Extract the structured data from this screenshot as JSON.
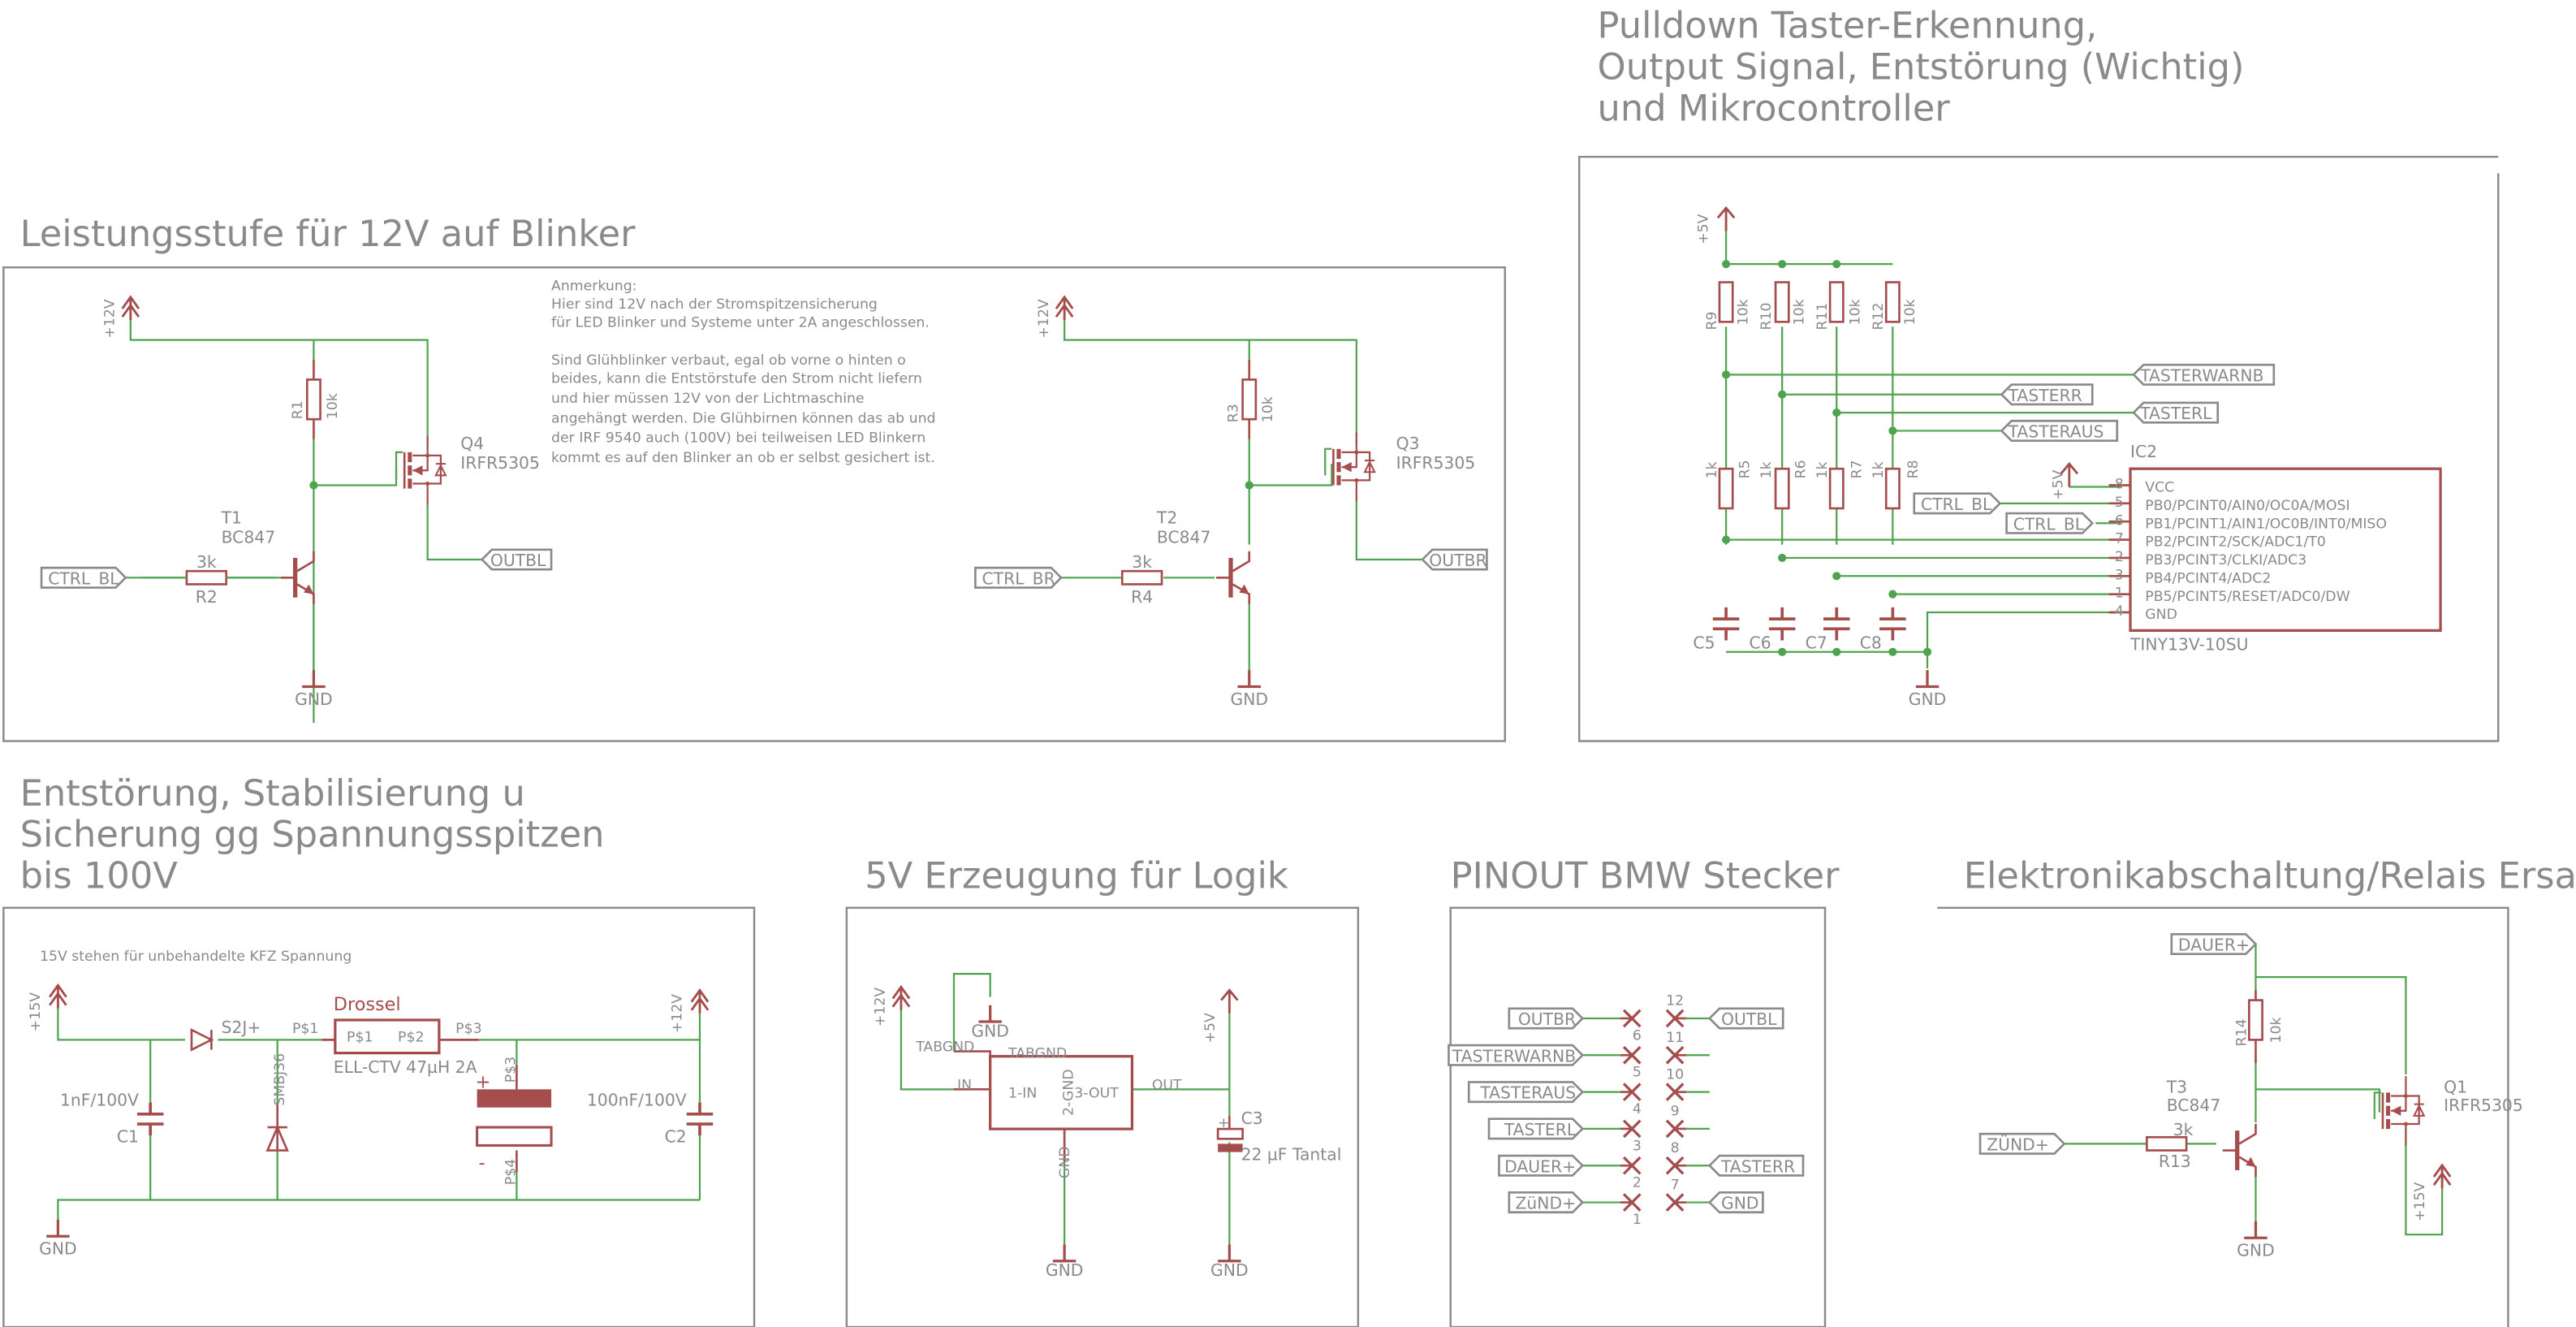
{
  "colors": {
    "wire": "#4ea34e",
    "part": "#a54c4c",
    "text": "#8a8a8a",
    "frame": "#8a8a8a"
  },
  "sections": {
    "power_stage": {
      "title": "Leistungsstufe für 12V auf Blinker",
      "note": [
        "Anmerkung:",
        "Hier sind 12V nach der Stromspitzensicherung",
        "für LED Blinker und Systeme unter 2A angeschlossen.",
        "",
        "Sind Glühblinker verbaut, egal ob vorne o hinten o",
        "beides, kann die Entstörstufe den Strom nicht liefern",
        "und hier müssen 12V von der Lichtmaschine",
        "angehängt werden. Die Glühbirnen können das ab und",
        "der IRF 9540 auch (100V) bei teilweisen LED Blinkern",
        "kommt es auf den Blinker an ob er selbst gesichert ist."
      ],
      "left": {
        "supply": "+12V",
        "r_pull": "R1",
        "r_pull_val": "10k",
        "mosfet": "Q4",
        "mosfet_type": "IRFR5305",
        "transistor": "T1",
        "transistor_type": "BC847",
        "r_base": "R2",
        "r_base_val": "3k",
        "input": "CTRL_BL",
        "output": "OUTBL",
        "gnd": "GND"
      },
      "right": {
        "supply": "+12V",
        "r_pull": "R3",
        "r_pull_val": "10k",
        "mosfet": "Q3",
        "mosfet_type": "IRFR5305",
        "transistor": "T2",
        "transistor_type": "BC847",
        "r_base": "R4",
        "r_base_val": "3k",
        "input": "CTRL_BR",
        "output": "OUTBR",
        "gnd": "GND"
      }
    },
    "mcu": {
      "title": [
        "Pulldown Taster-Erkennung,",
        "Output Signal, Entstörung (Wichtig)",
        "und Mikrocontroller"
      ],
      "supply": "+5V",
      "pullups": [
        {
          "name": "R9",
          "val": "10k"
        },
        {
          "name": "R10",
          "val": "10k"
        },
        {
          "name": "R11",
          "val": "10k"
        },
        {
          "name": "R12",
          "val": "10k"
        }
      ],
      "series": [
        {
          "name": "R5",
          "val": "1k"
        },
        {
          "name": "R6",
          "val": "1k"
        },
        {
          "name": "R7",
          "val": "1k"
        },
        {
          "name": "R8",
          "val": "1k"
        }
      ],
      "caps": [
        "C5",
        "C6",
        "C7",
        "C8"
      ],
      "nets": [
        "TASTERWARNB",
        "TASTERR",
        "TASTERL",
        "TASTERAUS"
      ],
      "ic_name": "IC2",
      "ic_type": "TINY13V-10SU",
      "ic_supply": "+5V",
      "ic_inputs": [
        "CTRL_BL",
        "CTRL_BL"
      ],
      "ic_pins": [
        {
          "num": "8",
          "name": "VCC"
        },
        {
          "num": "5",
          "name": "PB0/PCINT0/AIN0/OC0A/MOSI"
        },
        {
          "num": "6",
          "name": "PB1/PCINT1/AIN1/OC0B/INT0/MISO"
        },
        {
          "num": "7",
          "name": "PB2/PCINT2/SCK/ADC1/T0"
        },
        {
          "num": "2",
          "name": "PB3/PCINT3/CLKI/ADC3"
        },
        {
          "num": "3",
          "name": "PB4/PCINT4/ADC2"
        },
        {
          "num": "1",
          "name": "PB5/PCINT5/RESET/ADC0/DW"
        },
        {
          "num": "4",
          "name": "GND"
        }
      ],
      "gnd": "GND"
    },
    "filter": {
      "title": [
        "Entstörung, Stabilisierung u",
        "Sicherung gg Spannungsspitzen",
        "bis 100V"
      ],
      "note": "15V stehen für unbehandelte KFZ Spannung",
      "supply_in": "+15V",
      "supply_out": "+12V",
      "diode": "S2J+",
      "tvs": "SMBJ36",
      "choke_label": "Drossel",
      "choke_pins": [
        "P$1",
        "P$1",
        "P$2",
        "P$3"
      ],
      "choke_type": "ELL-CTV 47µH 2A",
      "cap_pins": [
        "P$3",
        "P$4"
      ],
      "cap_plus": "+",
      "cap_minus": "-",
      "c1": "C1",
      "c1_val": "1nF/100V",
      "c2": "C2",
      "c2_val": "100nF/100V",
      "gnd": "GND"
    },
    "logic5v": {
      "title": "5V Erzeugung für Logik",
      "supply_in": "+12V",
      "supply_out": "+5V",
      "pins": {
        "tabgnd_outer": "TABGND",
        "tabgnd_inner": "TABGND",
        "in": "IN",
        "out": "OUT",
        "gnd_pin": "GND",
        "p1": "1-IN",
        "p2": "2-GND",
        "p3": "3-OUT"
      },
      "cap": "C3",
      "cap_val": "22 µF Tantal",
      "cap_plus": "+",
      "gnd": [
        "GND",
        "GND",
        "GND"
      ]
    },
    "pinout": {
      "title": "PINOUT BMW Stecker",
      "left": [
        {
          "pin": "6",
          "net": "OUTBR"
        },
        {
          "pin": "5",
          "net": "TASTERWARNB"
        },
        {
          "pin": "4",
          "net": "TASTERAUS"
        },
        {
          "pin": "3",
          "net": "TASTERL"
        },
        {
          "pin": "2",
          "net": "DAUER+"
        },
        {
          "pin": "1",
          "net": "ZüND+"
        }
      ],
      "right": [
        {
          "pin": "12",
          "net": "OUTBL"
        },
        {
          "pin": "11",
          "net": ""
        },
        {
          "pin": "10",
          "net": ""
        },
        {
          "pin": "9",
          "net": ""
        },
        {
          "pin": "8",
          "net": "TASTERR"
        },
        {
          "pin": "7",
          "net": "GND"
        }
      ]
    },
    "relay": {
      "title": "Elektronikabschaltung/Relais Ersatz",
      "supply_in": "DAUER+",
      "input": "ZÜND+",
      "r_pull": "R14",
      "r_pull_val": "10k",
      "r_base": "R13",
      "r_base_val": "3k",
      "transistor": "T3",
      "transistor_type": "BC847",
      "mosfet": "Q1",
      "mosfet_type": "IRFR5305",
      "supply_out": "+15V",
      "gnd": "GND"
    }
  }
}
